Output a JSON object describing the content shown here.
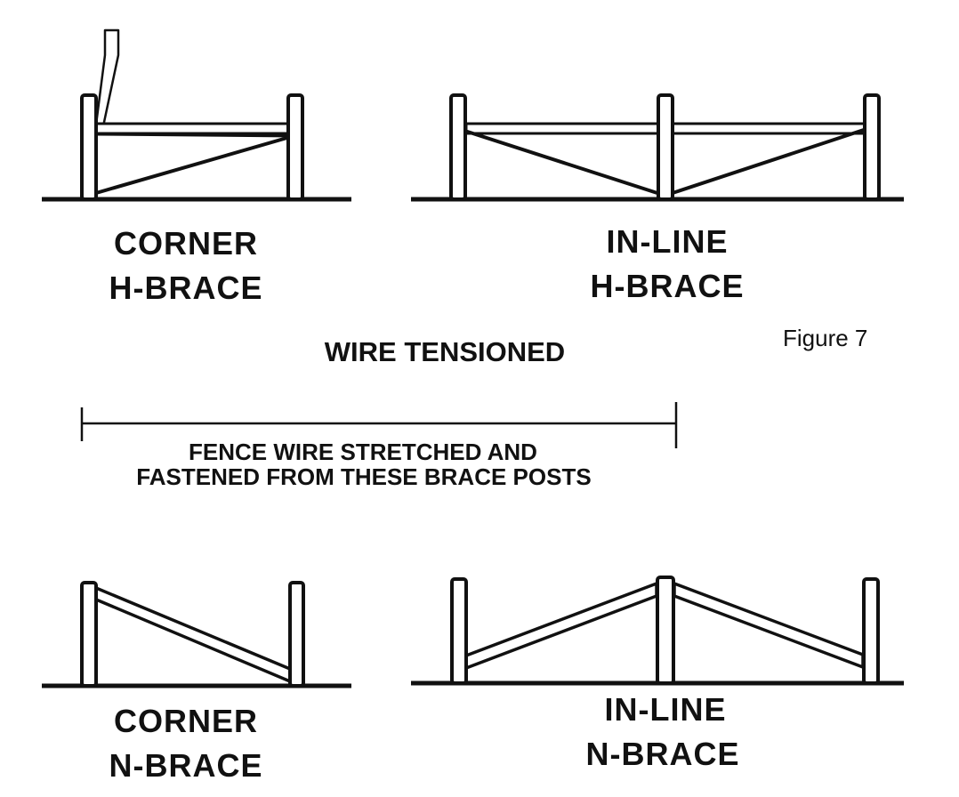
{
  "labels": {
    "corner_h_brace": [
      "CORNER",
      "H-BRACE"
    ],
    "inline_h_brace": [
      "IN-LINE",
      "H-BRACE"
    ],
    "figure": "Figure 7",
    "wire_tensioned": "WIRE TENSIONED",
    "fence_wire": [
      "FENCE WIRE STRETCHED AND",
      "FASTENED FROM THESE BRACE POSTS"
    ],
    "corner_n_brace": [
      "CORNER",
      "N-BRACE"
    ],
    "inline_n_brace": [
      "IN-LINE",
      "N-BRACE"
    ]
  },
  "colors": {
    "ink": "#111111",
    "post_fill": "#ffffff",
    "background": "#ffffff"
  }
}
